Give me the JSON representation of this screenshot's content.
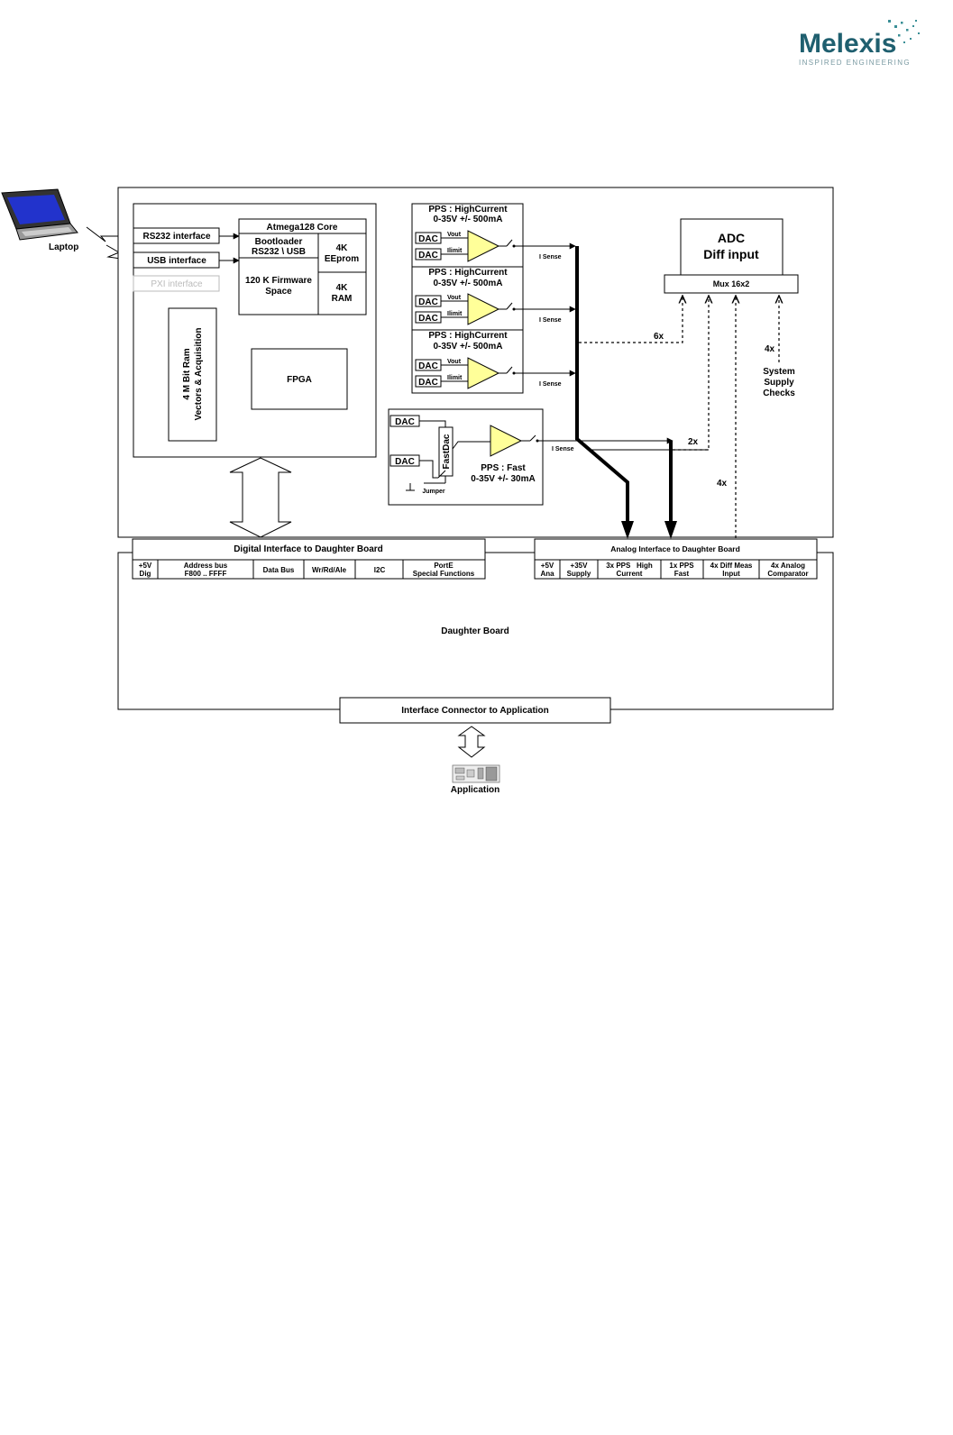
{
  "logo": {
    "name": "Melexis",
    "tagline": "INSPIRED ENGINEERING",
    "brand_color": "#1f5f6f"
  },
  "laptop": {
    "label": "Laptop"
  },
  "controller": {
    "rs232": "RS232 interface",
    "usb": "USB interface",
    "pxi": "PXI interface",
    "ram_line1": "4 M Bit Ram",
    "ram_line2": "Vectors & Acquisition",
    "core_title": "Atmega128 Core",
    "bootloader_1": "Bootloader",
    "bootloader_2": "RS232 \\ USB",
    "firmware_1": "120 K Firmware",
    "firmware_2": "Space",
    "eeprom_1": "4K",
    "eeprom_2": "EEprom",
    "ram4k_1": "4K",
    "ram4k_2": "RAM",
    "fpga": "FPGA"
  },
  "pps_high": [
    {
      "title": "PPS : HighCurrent",
      "range": "0-35V +/- 500mA",
      "dac1": "DAC",
      "dac2": "DAC",
      "vout": "Vout",
      "ilimit": "Ilimit",
      "isense": "I Sense"
    },
    {
      "title": "PPS : HighCurrent",
      "range": "0-35V +/- 500mA",
      "dac1": "DAC",
      "dac2": "DAC",
      "vout": "Vout",
      "ilimit": "Ilimit",
      "isense": "I Sense"
    },
    {
      "title": "PPS : HighCurrent",
      "range": "0-35V +/- 500mA",
      "dac1": "DAC",
      "dac2": "DAC",
      "vout": "Vout",
      "ilimit": "Ilimit",
      "isense": "I Sense"
    }
  ],
  "pps_fast": {
    "dac1": "DAC",
    "dac2": "DAC",
    "fastdac": "FastDac",
    "jumper": "Jumper",
    "title": "PPS : Fast",
    "range": "0-35V +/- 30mA",
    "isense": "I Sense"
  },
  "adc": {
    "line1": "ADC",
    "line2": "Diff input",
    "mux": "Mux 16x2"
  },
  "counts": {
    "c6x": "6x",
    "c4x_top": "4x",
    "c2x": "2x",
    "c4x_low": "4x"
  },
  "system_checks": {
    "line1": "System",
    "line2": "Supply",
    "line3": "Checks"
  },
  "digital_interface": {
    "title": "Digital Interface to Daughter Board",
    "cols": [
      {
        "l1": "+5V",
        "l2": "Dig"
      },
      {
        "l1": "Address bus",
        "l2": "F800 .. FFFF"
      },
      {
        "l1": "Data Bus",
        "l2": ""
      },
      {
        "l1": "Wr/Rd/Ale",
        "l2": ""
      },
      {
        "l1": "I2C",
        "l2": ""
      },
      {
        "l1": "PortE",
        "l2": "Special Functions"
      }
    ]
  },
  "analog_interface": {
    "title": "Analog Interface to Daughter Board",
    "cols": [
      {
        "l1": "+5V",
        "l2": "Ana"
      },
      {
        "l1": "+35V",
        "l2": "Supply"
      },
      {
        "l1": "3x PPS   High",
        "l2": "Current"
      },
      {
        "l1": "1x PPS",
        "l2": "Fast"
      },
      {
        "l1": "4x Diff Meas",
        "l2": "Input"
      },
      {
        "l1": "4x Analog",
        "l2": "Comparator"
      }
    ]
  },
  "daughter_board": {
    "label": "Daughter Board"
  },
  "app_connector": {
    "label": "Interface Connector to Application"
  },
  "application": {
    "label": "Application"
  }
}
